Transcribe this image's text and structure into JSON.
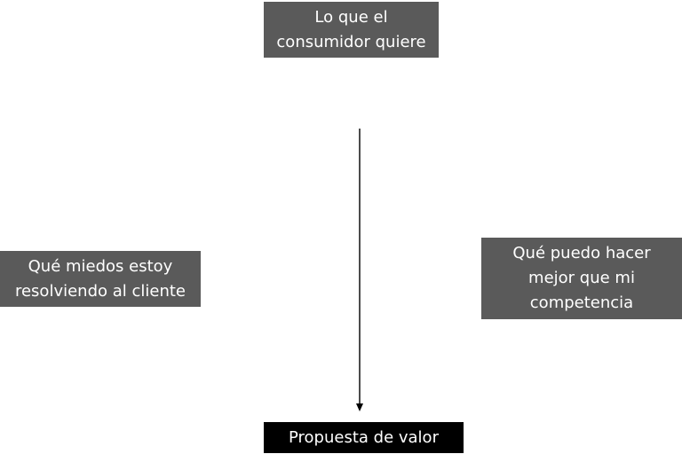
{
  "diagram": {
    "nodes": {
      "top": {
        "text": "Lo que el\nconsumidor quiere",
        "fill": "#5a5a5a"
      },
      "left": {
        "text": "Qué miedos estoy\nresolviendo al cliente",
        "fill": "#5a5a5a"
      },
      "right": {
        "text": "Qué puedo hacer\nmejor que mi\ncompetencia",
        "fill": "#5a5a5a"
      },
      "bottom": {
        "text": "Propuesta de valor",
        "fill": "#000000"
      }
    },
    "edges": [
      {
        "from": "top",
        "to": "bottom",
        "style": "arrow",
        "color": "#000000"
      }
    ]
  }
}
